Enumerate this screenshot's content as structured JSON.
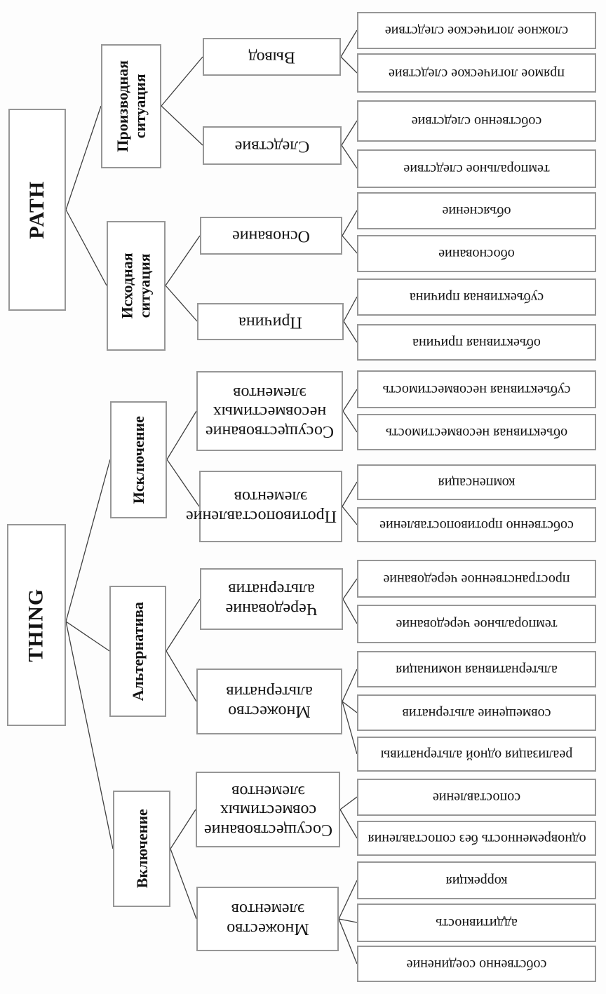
{
  "colors": {
    "background": "#fdfdfd",
    "box_fill": "#ffffff",
    "box_border": "#969696",
    "connector": "#3f3f3f",
    "text": "#141414"
  },
  "tree": {
    "roots": [
      {
        "label": "PATH",
        "children": [
          {
            "label": "Производная ситуация",
            "children": [
              {
                "label": "Вывод",
                "children": [
                  {
                    "label": "сложное логическое следствие"
                  },
                  {
                    "label": "прямое логическое следствие"
                  }
                ]
              },
              {
                "label": "Следствие",
                "children": [
                  {
                    "label": "собственно следствие"
                  },
                  {
                    "label": "темпоральное следствие"
                  }
                ]
              }
            ]
          },
          {
            "label": "Исходная ситуация",
            "children": [
              {
                "label": "Основание",
                "children": [
                  {
                    "label": "объяснение"
                  },
                  {
                    "label": "обоснование"
                  }
                ]
              },
              {
                "label": "Причина",
                "children": [
                  {
                    "label": "субъективная причина"
                  },
                  {
                    "label": "объективная причина"
                  }
                ]
              }
            ]
          }
        ]
      },
      {
        "label": "THING",
        "children": [
          {
            "label": "Исключение",
            "children": [
              {
                "label": "Сосуществование несовместимых элементов",
                "children": [
                  {
                    "label": "субъективная несовместимость"
                  },
                  {
                    "label": "объективная несовместимость"
                  }
                ]
              },
              {
                "label": "Противопоставление элементов",
                "children": [
                  {
                    "label": "компенсация"
                  },
                  {
                    "label": "собственно противопоставление"
                  }
                ]
              }
            ]
          },
          {
            "label": "Альтернатива",
            "children": [
              {
                "label": "Чередование альтернатив",
                "children": [
                  {
                    "label": "пространственное чередование"
                  },
                  {
                    "label": "темпоральное чередование"
                  }
                ]
              },
              {
                "label": "Множество альтернатив",
                "children": [
                  {
                    "label": "альтернативная номинация"
                  },
                  {
                    "label": "совмещение альтернатив"
                  },
                  {
                    "label": "реализация одной альтернативы"
                  }
                ]
              }
            ]
          },
          {
            "label": "Включение",
            "children": [
              {
                "label": "Сосуществование совместимых элементов",
                "children": [
                  {
                    "label": "сопоставление"
                  },
                  {
                    "label": "одновременность без сопоставления"
                  }
                ]
              },
              {
                "label": "Множество элементов",
                "children": [
                  {
                    "label": "коррекция"
                  },
                  {
                    "label": "аддитивность"
                  },
                  {
                    "label": "собственно соединение"
                  }
                ]
              }
            ]
          }
        ]
      }
    ]
  }
}
